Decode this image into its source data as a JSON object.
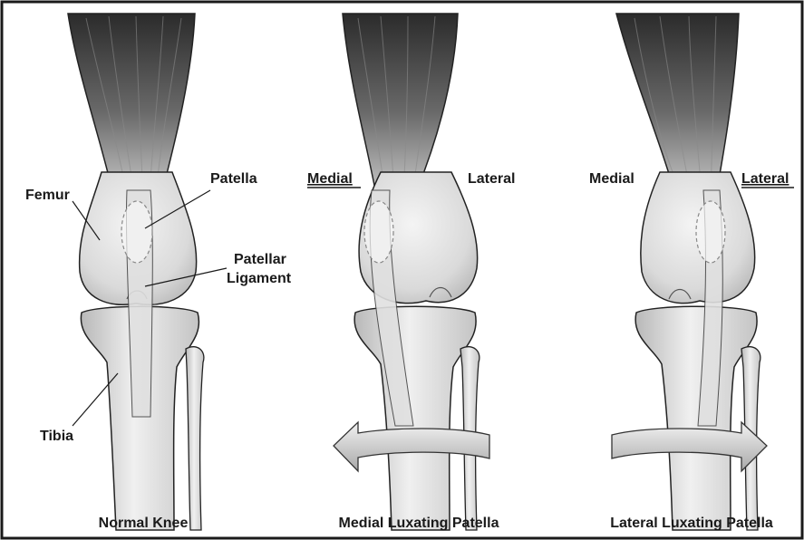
{
  "panels": [
    {
      "caption": "Normal Knee",
      "labels": {
        "femur": "Femur",
        "patella": "Patella",
        "patellar_ligament_line1": "Patellar",
        "patellar_ligament_line2": "Ligament",
        "tibia": "Tibia"
      }
    },
    {
      "caption": "Medial Luxating Patella",
      "labels": {
        "medial": "Medial",
        "lateral": "Lateral"
      },
      "underlined": "medial",
      "arrow_direction": "left"
    },
    {
      "caption": "Lateral Luxating Patella",
      "labels": {
        "medial": "Medial",
        "lateral": "Lateral"
      },
      "underlined": "lateral",
      "arrow_direction": "right"
    }
  ],
  "colors": {
    "border": "#1a1a1a",
    "muscle_dark": "#3a3a3a",
    "bone_fill": "#e6e6e6",
    "bone_shade": "#bdbdbd",
    "arrow_fill": "#d8d8d8"
  }
}
